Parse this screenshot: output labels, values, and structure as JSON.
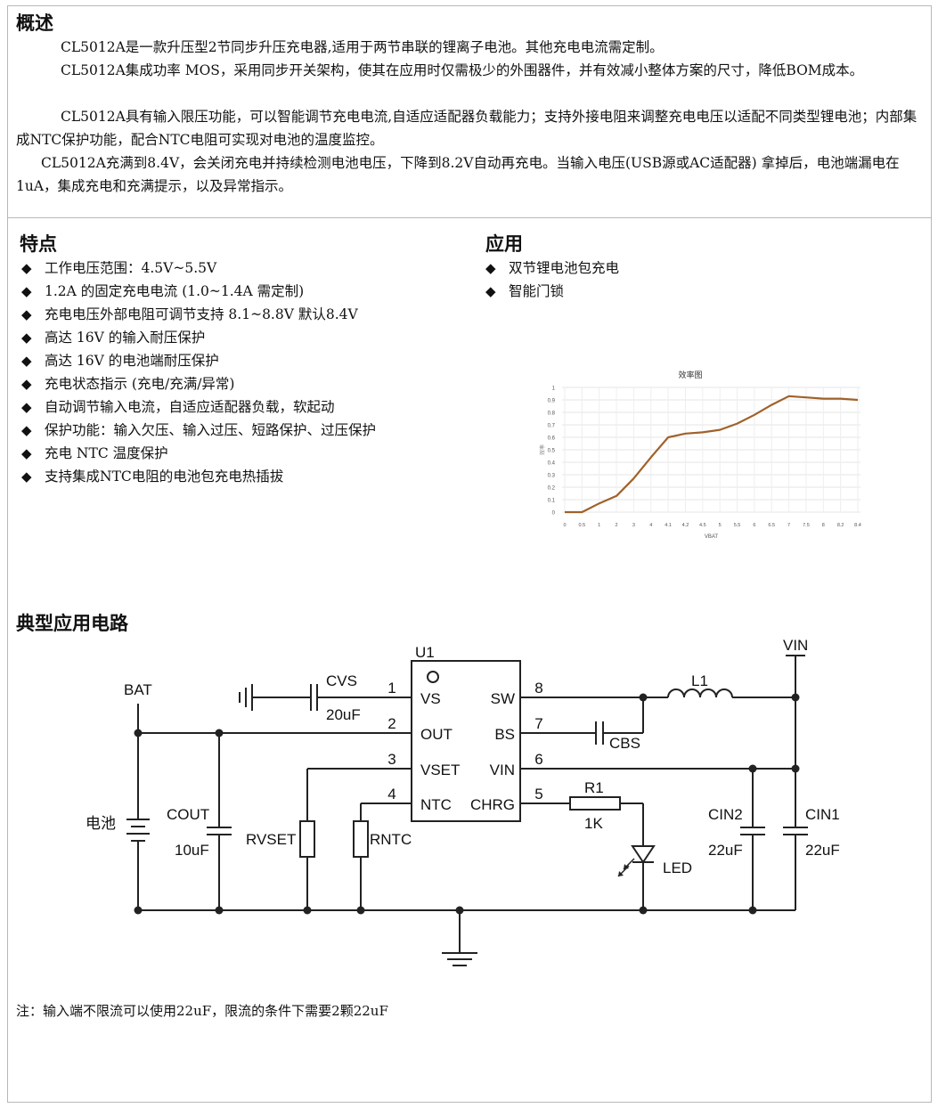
{
  "overview": {
    "title": "概述",
    "paragraphs": [
      "CL5012A是一款升压型2节同步升压充电器,适用于两节串联的锂离子电池。其他充电电流需定制。",
      "CL5012A集成功率 MOS，采用同步开关架构，使其在应用时仅需极少的外围器件，并有效减小整体方案的尺寸，降低BOM成本。",
      "CL5012A具有输入限压功能，可以智能调节充电电流,自适应适配器负载能力；支持外接电阻来调整充电电压以适配不同类型锂电池；内部集成NTC保护功能，配合NTC电阻可实现对电池的温度监控。",
      "CL5012A充满到8.4V，会关闭充电并持续检测电池电压，下降到8.2V自动再充电。当输入电压(USB源或AC适配器) 拿掉后，电池端漏电在1uA，集成充电和充满提示，以及异常指示。"
    ]
  },
  "features": {
    "title": "特点",
    "items": [
      "工作电压范围：4.5V~5.5V",
      "1.2A 的固定充电电流  (1.0~1.4A 需定制)",
      "充电电压外部电阻可调节支持 8.1~8.8V 默认8.4V",
      "高达 16V 的输入耐压保护",
      "高达 16V 的电池端耐压保护",
      "充电状态指示 (充电/充满/异常)",
      "自动调节输入电流，自适应适配器负载，软起动",
      "保护功能：输入欠压、输入过压、短路保护、过压保护",
      "充电 NTC 温度保护",
      "支持集成NTC电阻的电池包充电热插拔"
    ]
  },
  "applications": {
    "title": "应用",
    "items": [
      "双节锂电池包充电",
      "智能门锁"
    ]
  },
  "bullet_glyph": "◆",
  "chart_data": {
    "type": "line",
    "title": "效率图",
    "xlabel": "VBAT",
    "ylabel": "效率",
    "categories": [
      "0",
      "0.5",
      "1",
      "2",
      "3",
      "4",
      "4.1",
      "4.2",
      "4.5",
      "5",
      "5.5",
      "6",
      "6.5",
      "7",
      "7.5",
      "8",
      "8.2",
      "8.4"
    ],
    "yticks": [
      "0",
      "0.1",
      "0.2",
      "0.3",
      "0.4",
      "0.5",
      "0.6",
      "0.7",
      "0.8",
      "0.9",
      "1"
    ],
    "ylim": [
      0,
      1
    ],
    "series": [
      {
        "color": "#a0612a",
        "values": [
          0,
          0,
          0.07,
          0.13,
          0.27,
          0.44,
          0.6,
          0.63,
          0.64,
          0.66,
          0.71,
          0.78,
          0.86,
          0.93,
          0.92,
          0.91,
          0.91,
          0.9
        ]
      }
    ],
    "grid": true
  },
  "circuit": {
    "title": "典型应用电路",
    "chip": "U1",
    "pins_left": [
      {
        "num": "1",
        "name": "VS"
      },
      {
        "num": "2",
        "name": "OUT"
      },
      {
        "num": "3",
        "name": "VSET"
      },
      {
        "num": "4",
        "name": "NTC"
      }
    ],
    "pins_right": [
      {
        "num": "8",
        "name": "SW"
      },
      {
        "num": "7",
        "name": "BS"
      },
      {
        "num": "6",
        "name": "VIN"
      },
      {
        "num": "5",
        "name": "CHRG"
      }
    ],
    "labels": {
      "bat": "BAT",
      "vin": "VIN",
      "battery": "电池",
      "cvs": "CVS",
      "cvs_val": "20uF",
      "cout": "COUT",
      "cout_val": "10uF",
      "rvset": "RVSET",
      "rntc": "RNTC",
      "cbs": "CBS",
      "l1": "L1",
      "r1": "R1",
      "r1_val": "1K",
      "led": "LED",
      "cin2": "CIN2",
      "cin2_val": "22uF",
      "cin1": "CIN1",
      "cin1_val": "22uF"
    }
  },
  "note": "注：输入端不限流可以使用22uF，限流的条件下需要2颗22uF"
}
